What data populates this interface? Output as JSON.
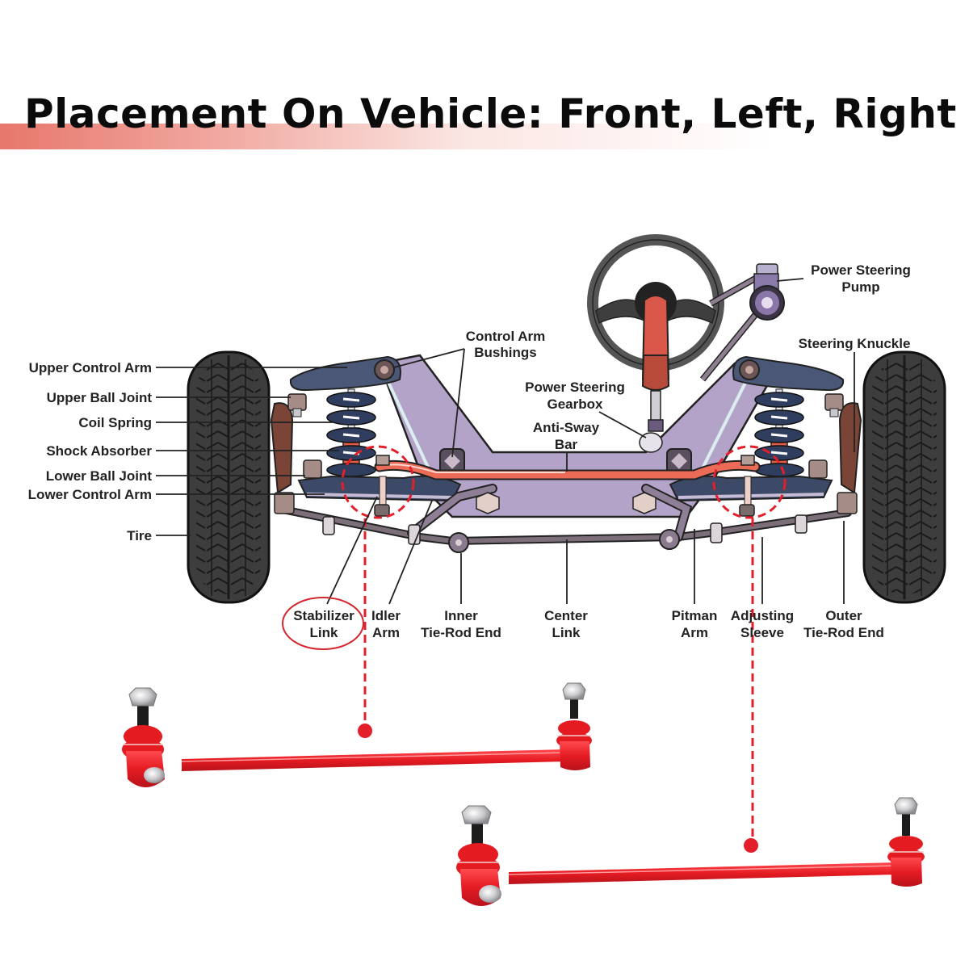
{
  "page": {
    "title": "Placement On Vehicle: Front, Left, Right"
  },
  "colors": {
    "accent_red": "#e3202a",
    "title_band": "#e8776c",
    "subframe": "#b3a3c8",
    "control_arm": "#4b5777",
    "coil_spring": "#2f3d5e",
    "anti_sway_bar": "#ec6b57",
    "tire": "#3d3d3d",
    "knuckle": "#7a4536",
    "product_red": "#ea1b22"
  },
  "diagram": {
    "left_labels": [
      {
        "id": "upper-control-arm",
        "text": "Upper Control Arm"
      },
      {
        "id": "upper-ball-joint",
        "text": "Upper Ball Joint"
      },
      {
        "id": "coil-spring",
        "text": "Coil Spring"
      },
      {
        "id": "shock-absorber",
        "text": "Shock Absorber"
      },
      {
        "id": "lower-ball-joint",
        "text": "Lower Ball Joint"
      },
      {
        "id": "lower-control-arm",
        "text": "Lower Control Arm"
      },
      {
        "id": "tire",
        "text": "Tire"
      }
    ],
    "top_labels": {
      "control_arm_bushings": [
        "Control Arm",
        "Bushings"
      ],
      "power_steering_gearbox": [
        "Power Steering",
        "Gearbox"
      ],
      "anti_sway_bar": [
        "Anti-Sway",
        "Bar"
      ],
      "power_steering_pump": [
        "Power Steering",
        "Pump"
      ],
      "steering_knuckle": [
        "Steering Knuckle"
      ]
    },
    "bottom_labels": [
      {
        "id": "stabilizer-link",
        "lines": [
          "Stabilizer",
          "Link"
        ],
        "highlighted": true
      },
      {
        "id": "idler-arm",
        "lines": [
          "Idler",
          "Arm"
        ],
        "highlighted": false
      },
      {
        "id": "inner-tie-rod-end",
        "lines": [
          "Inner",
          "Tie-Rod End"
        ],
        "highlighted": false
      },
      {
        "id": "center-link",
        "lines": [
          "Center",
          "Link"
        ],
        "highlighted": false
      },
      {
        "id": "pitman-arm",
        "lines": [
          "Pitman",
          "Arm"
        ],
        "highlighted": false
      },
      {
        "id": "adjusting-sleeve",
        "lines": [
          "Adjusting",
          "Sleeve"
        ],
        "highlighted": false
      },
      {
        "id": "outer-tie-rod-end",
        "lines": [
          "Outer",
          "Tie-Rod End"
        ],
        "highlighted": false
      }
    ]
  },
  "products": [
    {
      "id": "stabilizer-link-left",
      "position": "left"
    },
    {
      "id": "stabilizer-link-right",
      "position": "right"
    }
  ]
}
